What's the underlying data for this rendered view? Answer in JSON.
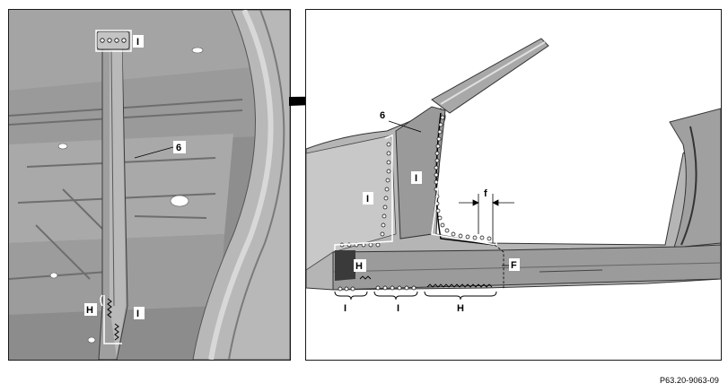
{
  "figure": {
    "reference_code": "P63.20-9063-09"
  },
  "left_view": {
    "callouts": {
      "part_number": "6",
      "weld_top": "I",
      "weld_bottom_h": "H",
      "weld_bottom_i": "I"
    }
  },
  "right_view": {
    "callouts": {
      "part_number": "6",
      "weld_pillar": "I",
      "weld_front": "I",
      "weld_sill_h": "H",
      "dimension": "f",
      "section": "F",
      "bottom_i_left": "I",
      "bottom_i_mid": "I",
      "bottom_h": "H"
    }
  }
}
